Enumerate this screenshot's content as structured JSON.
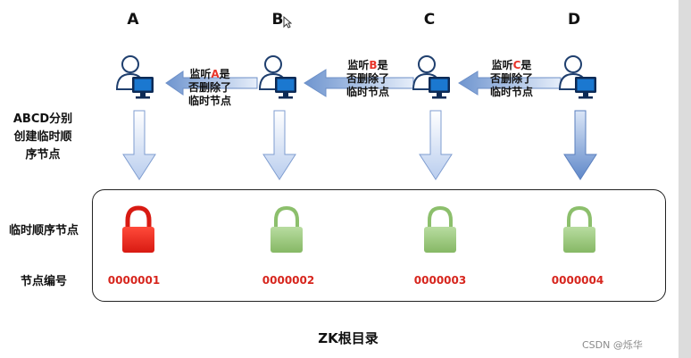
{
  "clients": [
    {
      "letter": "A",
      "seq": "0000001",
      "lock": "locked"
    },
    {
      "letter": "B",
      "seq": "0000002",
      "lock": "unlocked"
    },
    {
      "letter": "C",
      "seq": "0000003",
      "lock": "unlocked"
    },
    {
      "letter": "D",
      "seq": "0000004",
      "lock": "unlocked"
    }
  ],
  "watch_labels": [
    {
      "prefix": "监听",
      "target": "A",
      "suffix": "是",
      "line2": "否删除了",
      "line3": "临时节点"
    },
    {
      "prefix": "监听",
      "target": "B",
      "suffix": "是",
      "line2": "否删除了",
      "line3": "临时节点"
    },
    {
      "prefix": "监听",
      "target": "C",
      "suffix": "是",
      "line2": "否删除了",
      "line3": "临时节点"
    }
  ],
  "side_labels": {
    "create_line1": "ABCD分别",
    "create_line2": "创建临时顺",
    "create_line3": "序节点",
    "node_type": "临时顺序节点",
    "node_number": "节点编号"
  },
  "root_label": "ZK根目录",
  "credit": "CSDN @烁华",
  "colors": {
    "locked": "#e8231b",
    "unlocked": "#9bc67a",
    "highlight": "#e8352a",
    "arrow_fill": "#c7d7f0"
  }
}
